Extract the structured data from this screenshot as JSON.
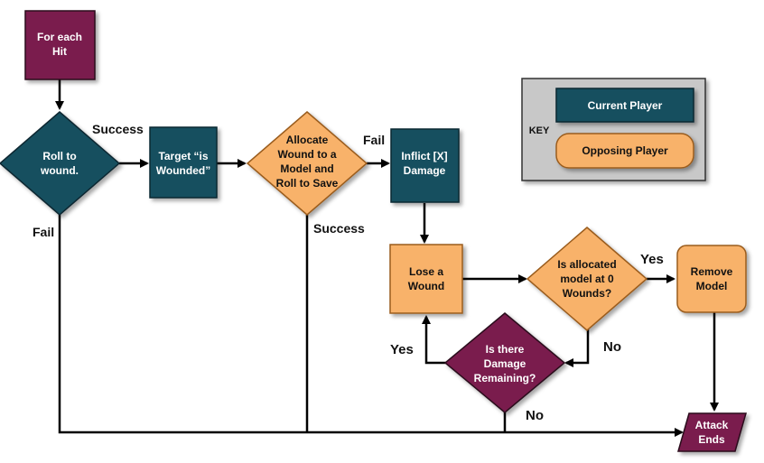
{
  "colors": {
    "current_player": "#16505e",
    "opposing_player": "#f8b26a",
    "terminal": "#7a1d4e",
    "key_bg": "#c8c8c8",
    "line": "#000000"
  },
  "nodes": {
    "for_each_hit": [
      "For each",
      "Hit"
    ],
    "roll_to_wound": [
      "Roll to",
      "wound."
    ],
    "target_wounded": [
      "Target “is",
      "Wounded”"
    ],
    "allocate_save": [
      "Allocate",
      "Wound to a",
      "Model and",
      "Roll to Save"
    ],
    "inflict_damage": [
      "Inflict [X]",
      "Damage"
    ],
    "lose_wound": [
      "Lose a",
      "Wound"
    ],
    "model_zero": [
      "Is allocated",
      "model at 0",
      "Wounds?"
    ],
    "remove_model": [
      "Remove",
      "Model"
    ],
    "damage_remaining": [
      "Is there",
      "Damage",
      "Remaining?"
    ],
    "attack_ends": [
      "Attack",
      "Ends"
    ]
  },
  "edge_labels": {
    "success_1": "Success",
    "fail_1": "Fail",
    "fail_2": "Fail",
    "success_2": "Success",
    "yes_1": "Yes",
    "no_1": "No",
    "yes_2": "Yes",
    "no_2": "No"
  },
  "key": {
    "title": "KEY",
    "current_player": "Current Player",
    "opposing_player": "Opposing Player"
  }
}
